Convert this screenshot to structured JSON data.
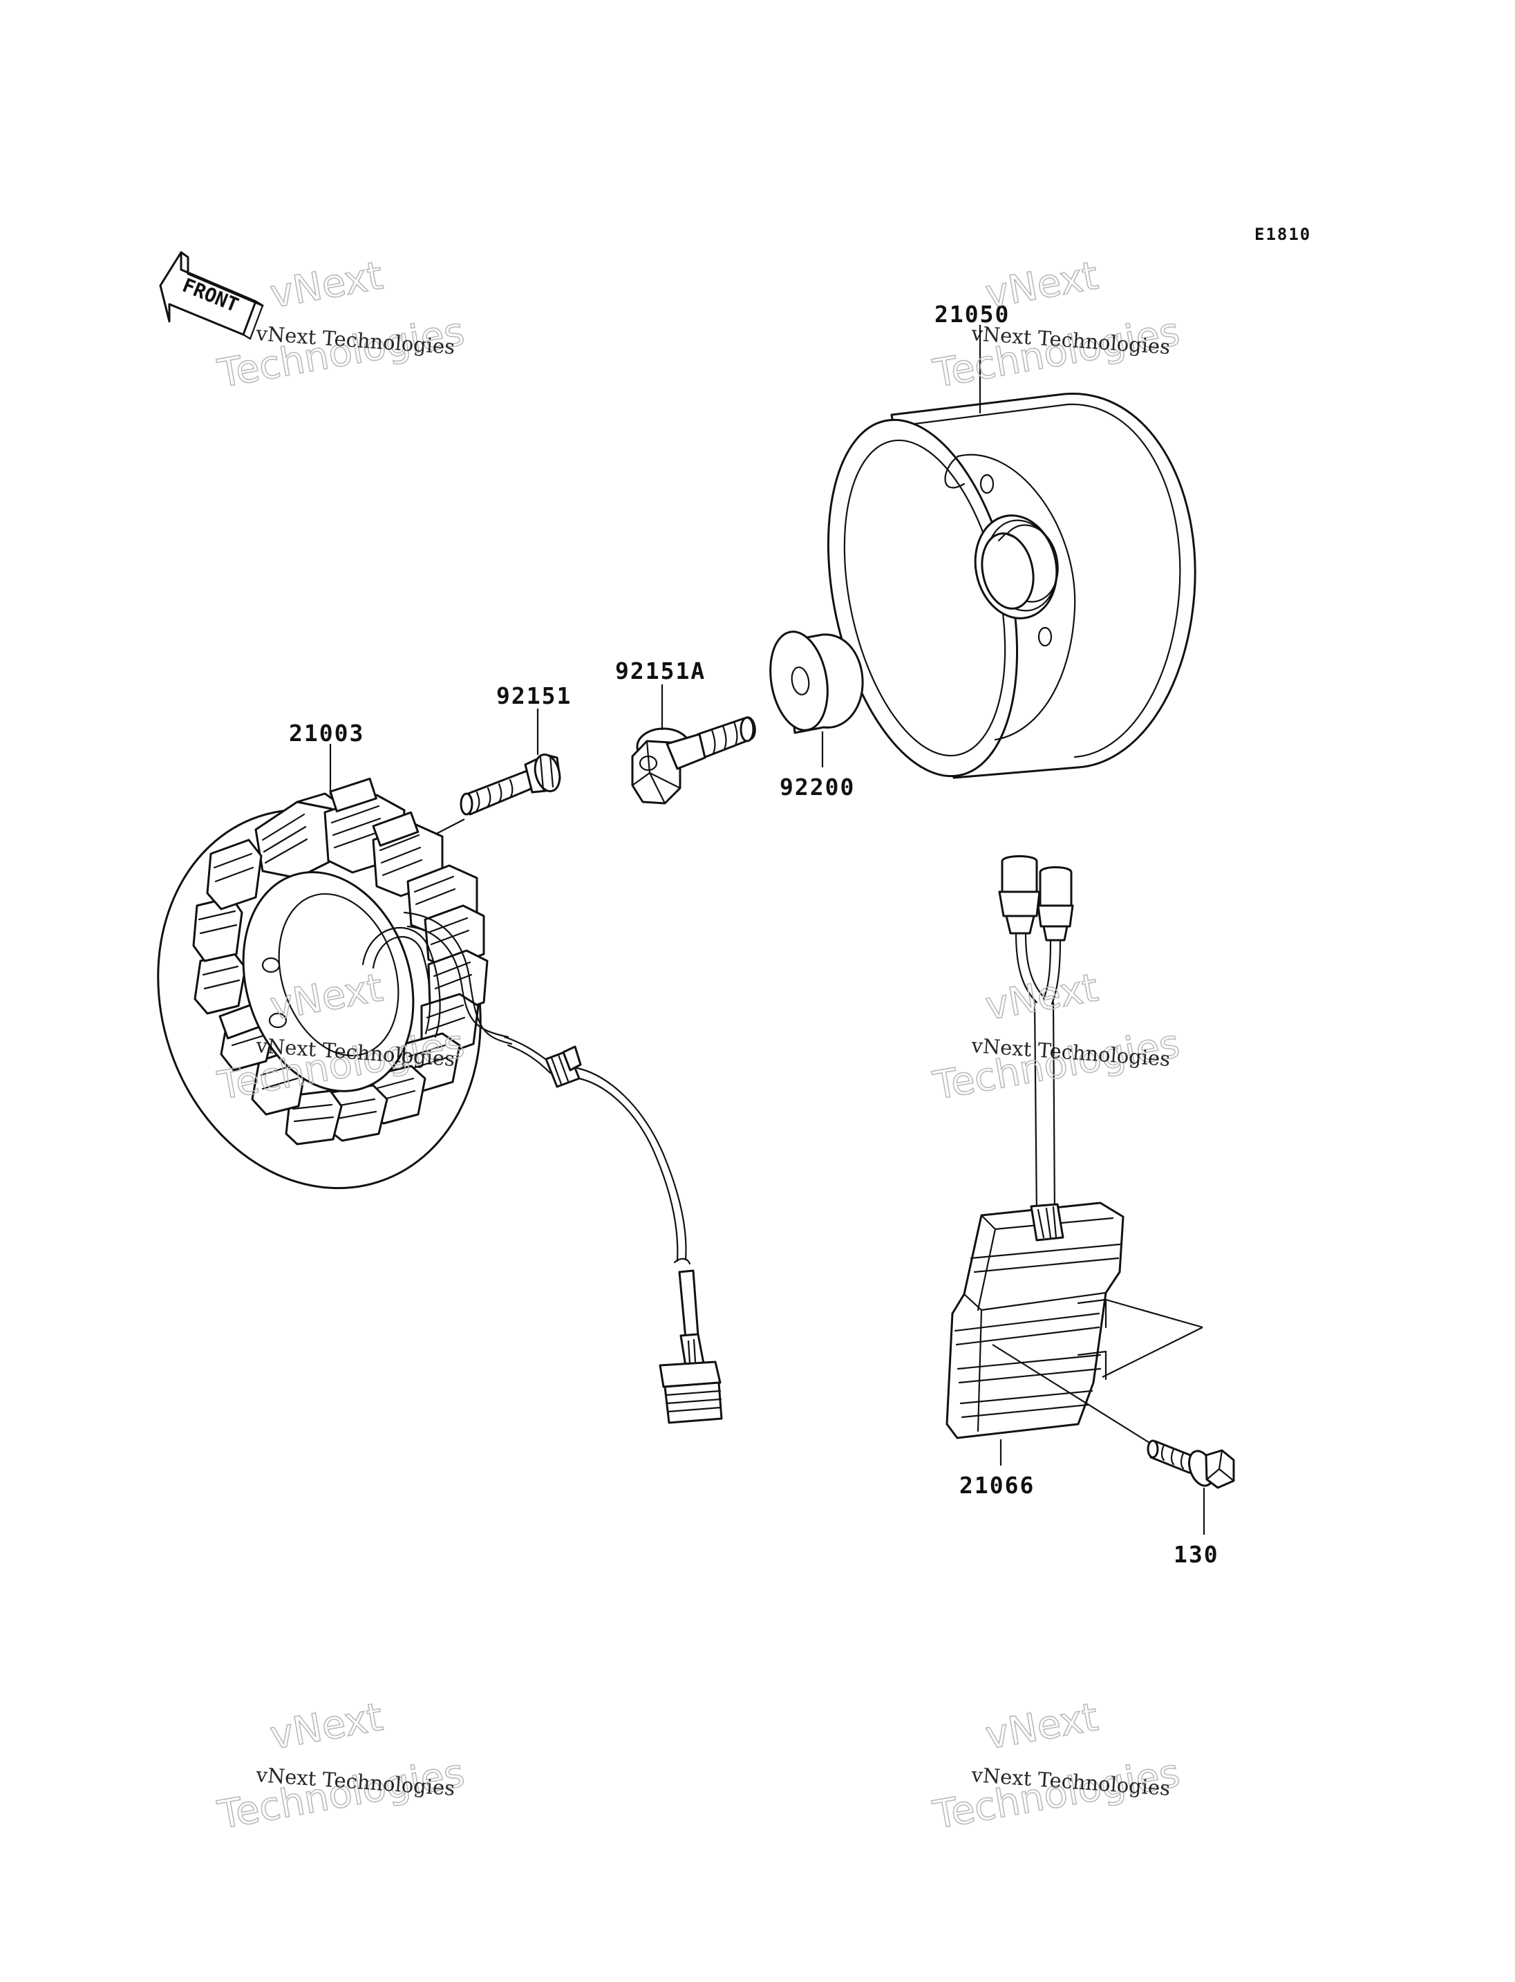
{
  "diagram_code": "E1810",
  "front_label": "FRONT",
  "parts": {
    "flywheel": "21050",
    "bolt_flywheel": "92151A",
    "washer": "92200",
    "bolt_stator": "92151",
    "stator": "21003",
    "regulator": "21066",
    "bolt_regulator": "130"
  },
  "watermark": {
    "company": "vNext Technologies",
    "line1": "vNext",
    "line2": "Technologies"
  }
}
